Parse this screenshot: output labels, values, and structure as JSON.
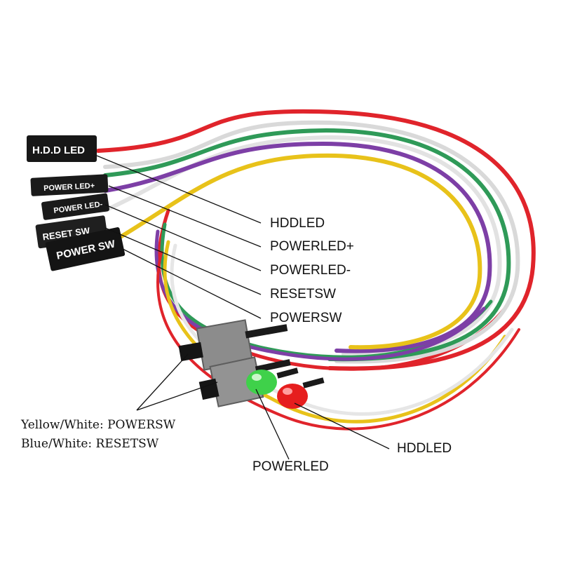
{
  "connectors": {
    "hdd_led": "H.D.D LED",
    "power_led": "POWER LED+",
    "power_led_minus": "POWER LED-",
    "reset_sw": "RESET SW",
    "power_sw": "POWER SW"
  },
  "labels": {
    "hddled": "HDDLED",
    "powerled_plus": "POWERLED+",
    "powerled_minus": "POWERLED-",
    "resetsw": "RESETSW",
    "powersw": "POWERSW",
    "hddled_bottom": "HDDLED",
    "powerled_bottom": "POWERLED"
  },
  "notes": {
    "yellow_white": "Yellow/White: POWERSW",
    "blue_white": "Blue/White: RESETSW"
  },
  "colors": {
    "wire_red": "#e0242b",
    "wire_green": "#2f9a58",
    "wire_purple": "#7d3fa6",
    "wire_yellow": "#e8c21a",
    "wire_white": "#ececec",
    "led_green": "#3fd14a",
    "led_red": "#e61e1e"
  }
}
